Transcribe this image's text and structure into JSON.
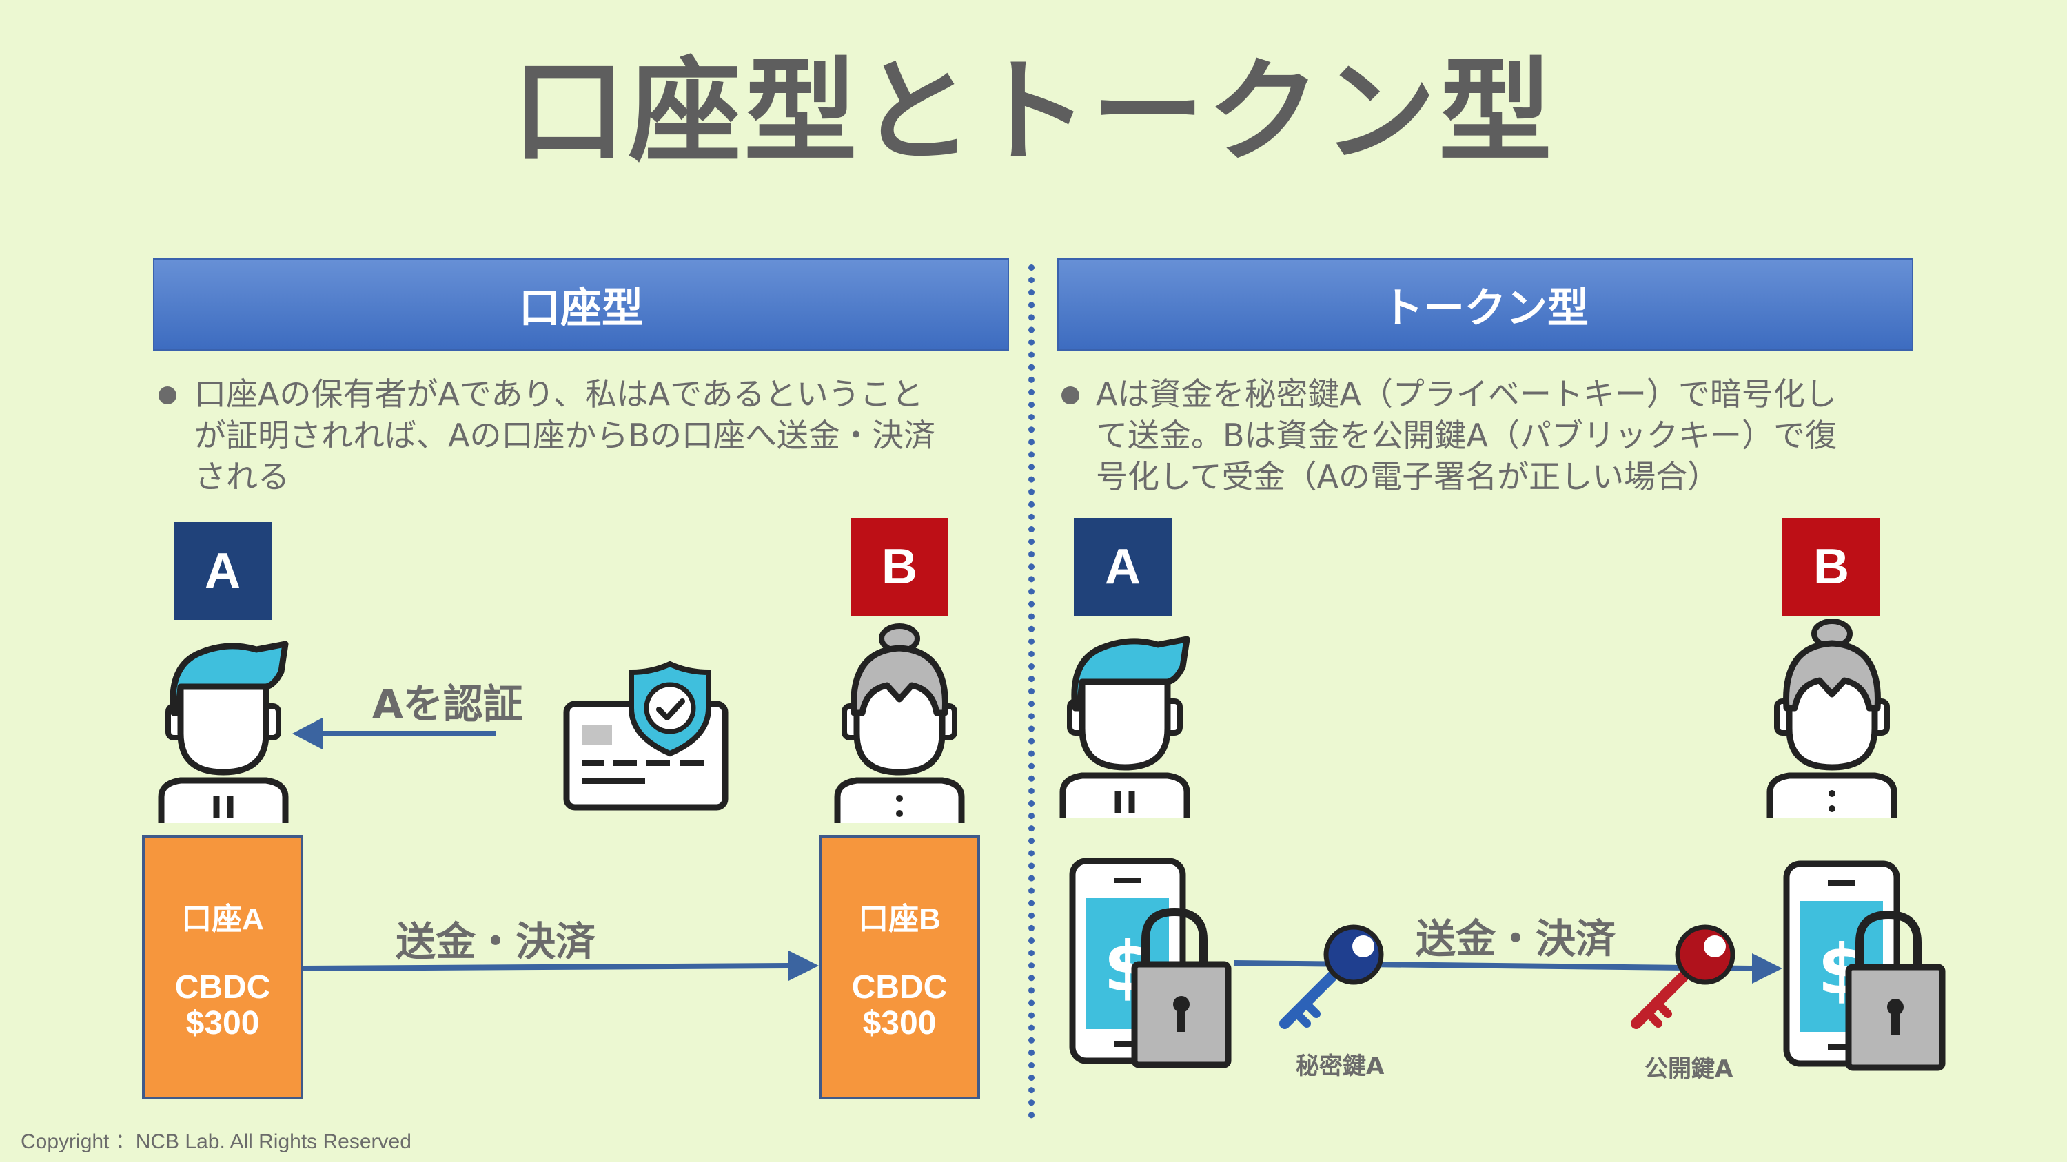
{
  "title": "口座型とトークン型",
  "left": {
    "header": "口座型",
    "bullet_lines": [
      "口座Aの保有者がAであり、私はAであるということ",
      "が証明されれば、Aの口座からBの口座へ送金・決済",
      "される"
    ],
    "person_a_label": "A",
    "person_b_label": "B",
    "auth_label": "Aを認証",
    "transfer_label": "送金・決済",
    "account_a": {
      "name": "口座A",
      "currency": "CBDC",
      "amount": "$300"
    },
    "account_b": {
      "name": "口座B",
      "currency": "CBDC",
      "amount": "$300"
    }
  },
  "right": {
    "header": "トークン型",
    "bullet_lines": [
      "Aは資金を秘密鍵A（プライベートキー）で暗号化し",
      "て送金。Bは資金を公開鍵A（パブリックキー）で復",
      "号化して受金（Aの電子署名が正しい場合）"
    ],
    "person_a_label": "A",
    "person_b_label": "B",
    "transfer_label": "送金・決済",
    "private_key_label": "秘密鍵A",
    "public_key_label": "公開鍵A",
    "currency_symbol": "$"
  },
  "copyright": "Copyright ：NCB Lab. All Rights Reserved",
  "colors": {
    "background": "#ecf8d2",
    "header_blue": "#4a78c8",
    "label_blue": "#20427a",
    "label_red": "#bd0f16",
    "account_orange": "#f6963d",
    "person_hair": "#3fbfdd",
    "person_hair_b": "#b7b7b7",
    "arrow": "#3b64a0",
    "private_key": "#2c62b8",
    "public_key": "#c0202a"
  }
}
